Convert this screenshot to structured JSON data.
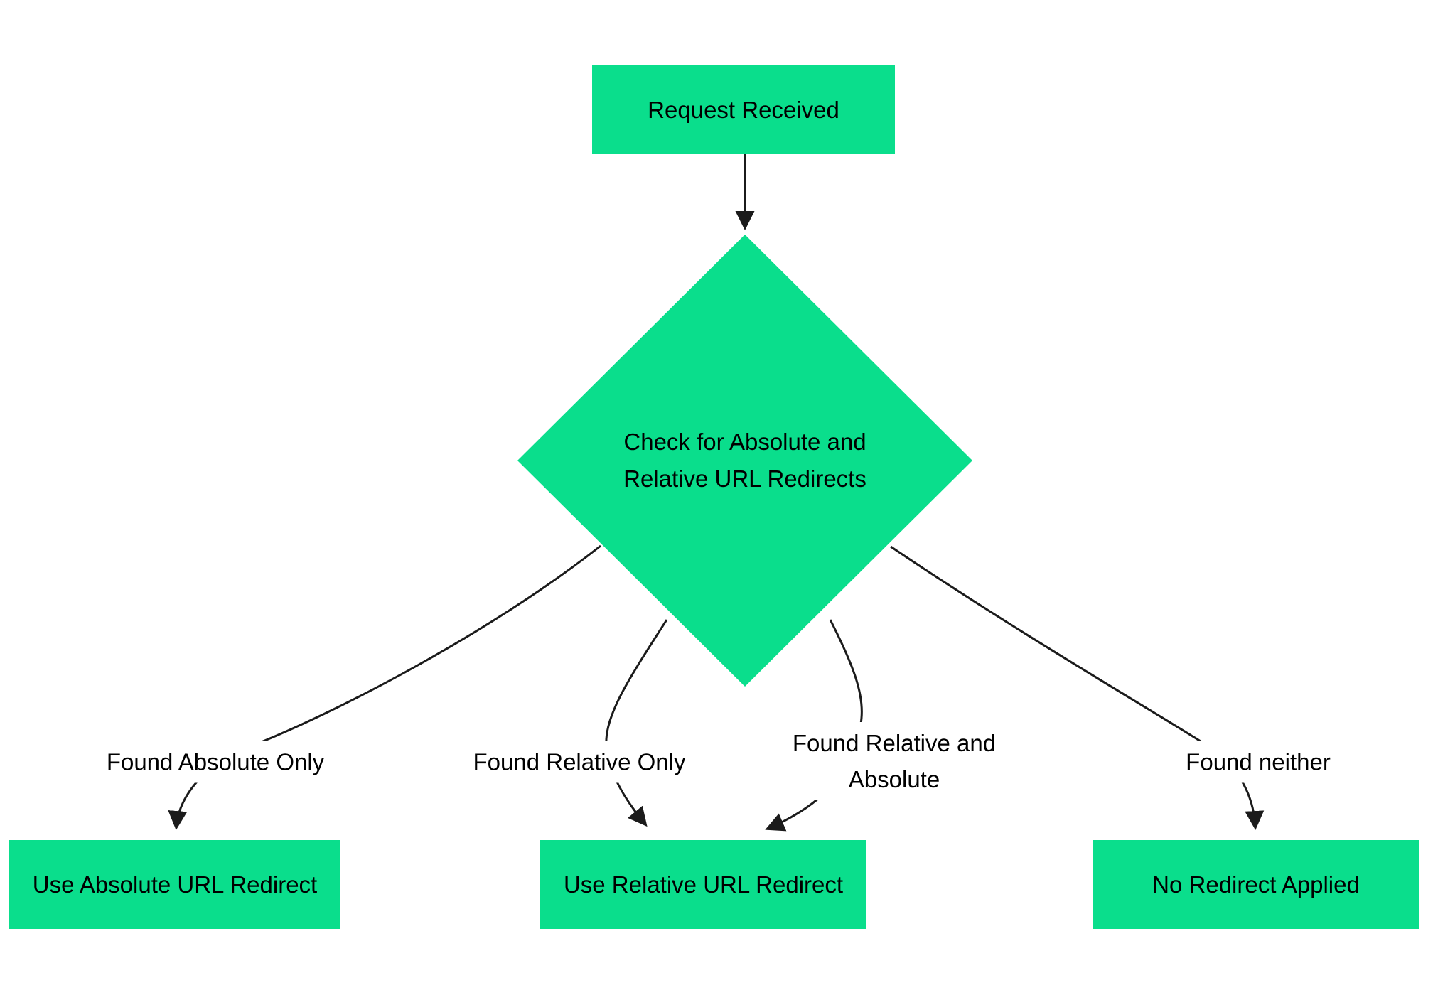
{
  "colors": {
    "node_fill": "#0ade8c",
    "edge_color": "#1b1b1b",
    "text_color": "#000000",
    "canvas_bg": "#ffffff",
    "label_bg": "#ffffff"
  },
  "nodes": {
    "request": {
      "label": "Request Received"
    },
    "decision": {
      "line1": "Check for Absolute and",
      "line2": "Relative URL Redirects"
    },
    "absolute": {
      "label": "Use Absolute URL Redirect"
    },
    "relative": {
      "label": "Use Relative URL Redirect"
    },
    "neither": {
      "label": "No Redirect Applied"
    }
  },
  "edge_labels": {
    "found_absolute_only": "Found Absolute Only",
    "found_relative_only": "Found Relative Only",
    "found_relative_and": {
      "line1": "Found Relative and",
      "line2": "Absolute"
    },
    "found_neither": "Found neither"
  }
}
